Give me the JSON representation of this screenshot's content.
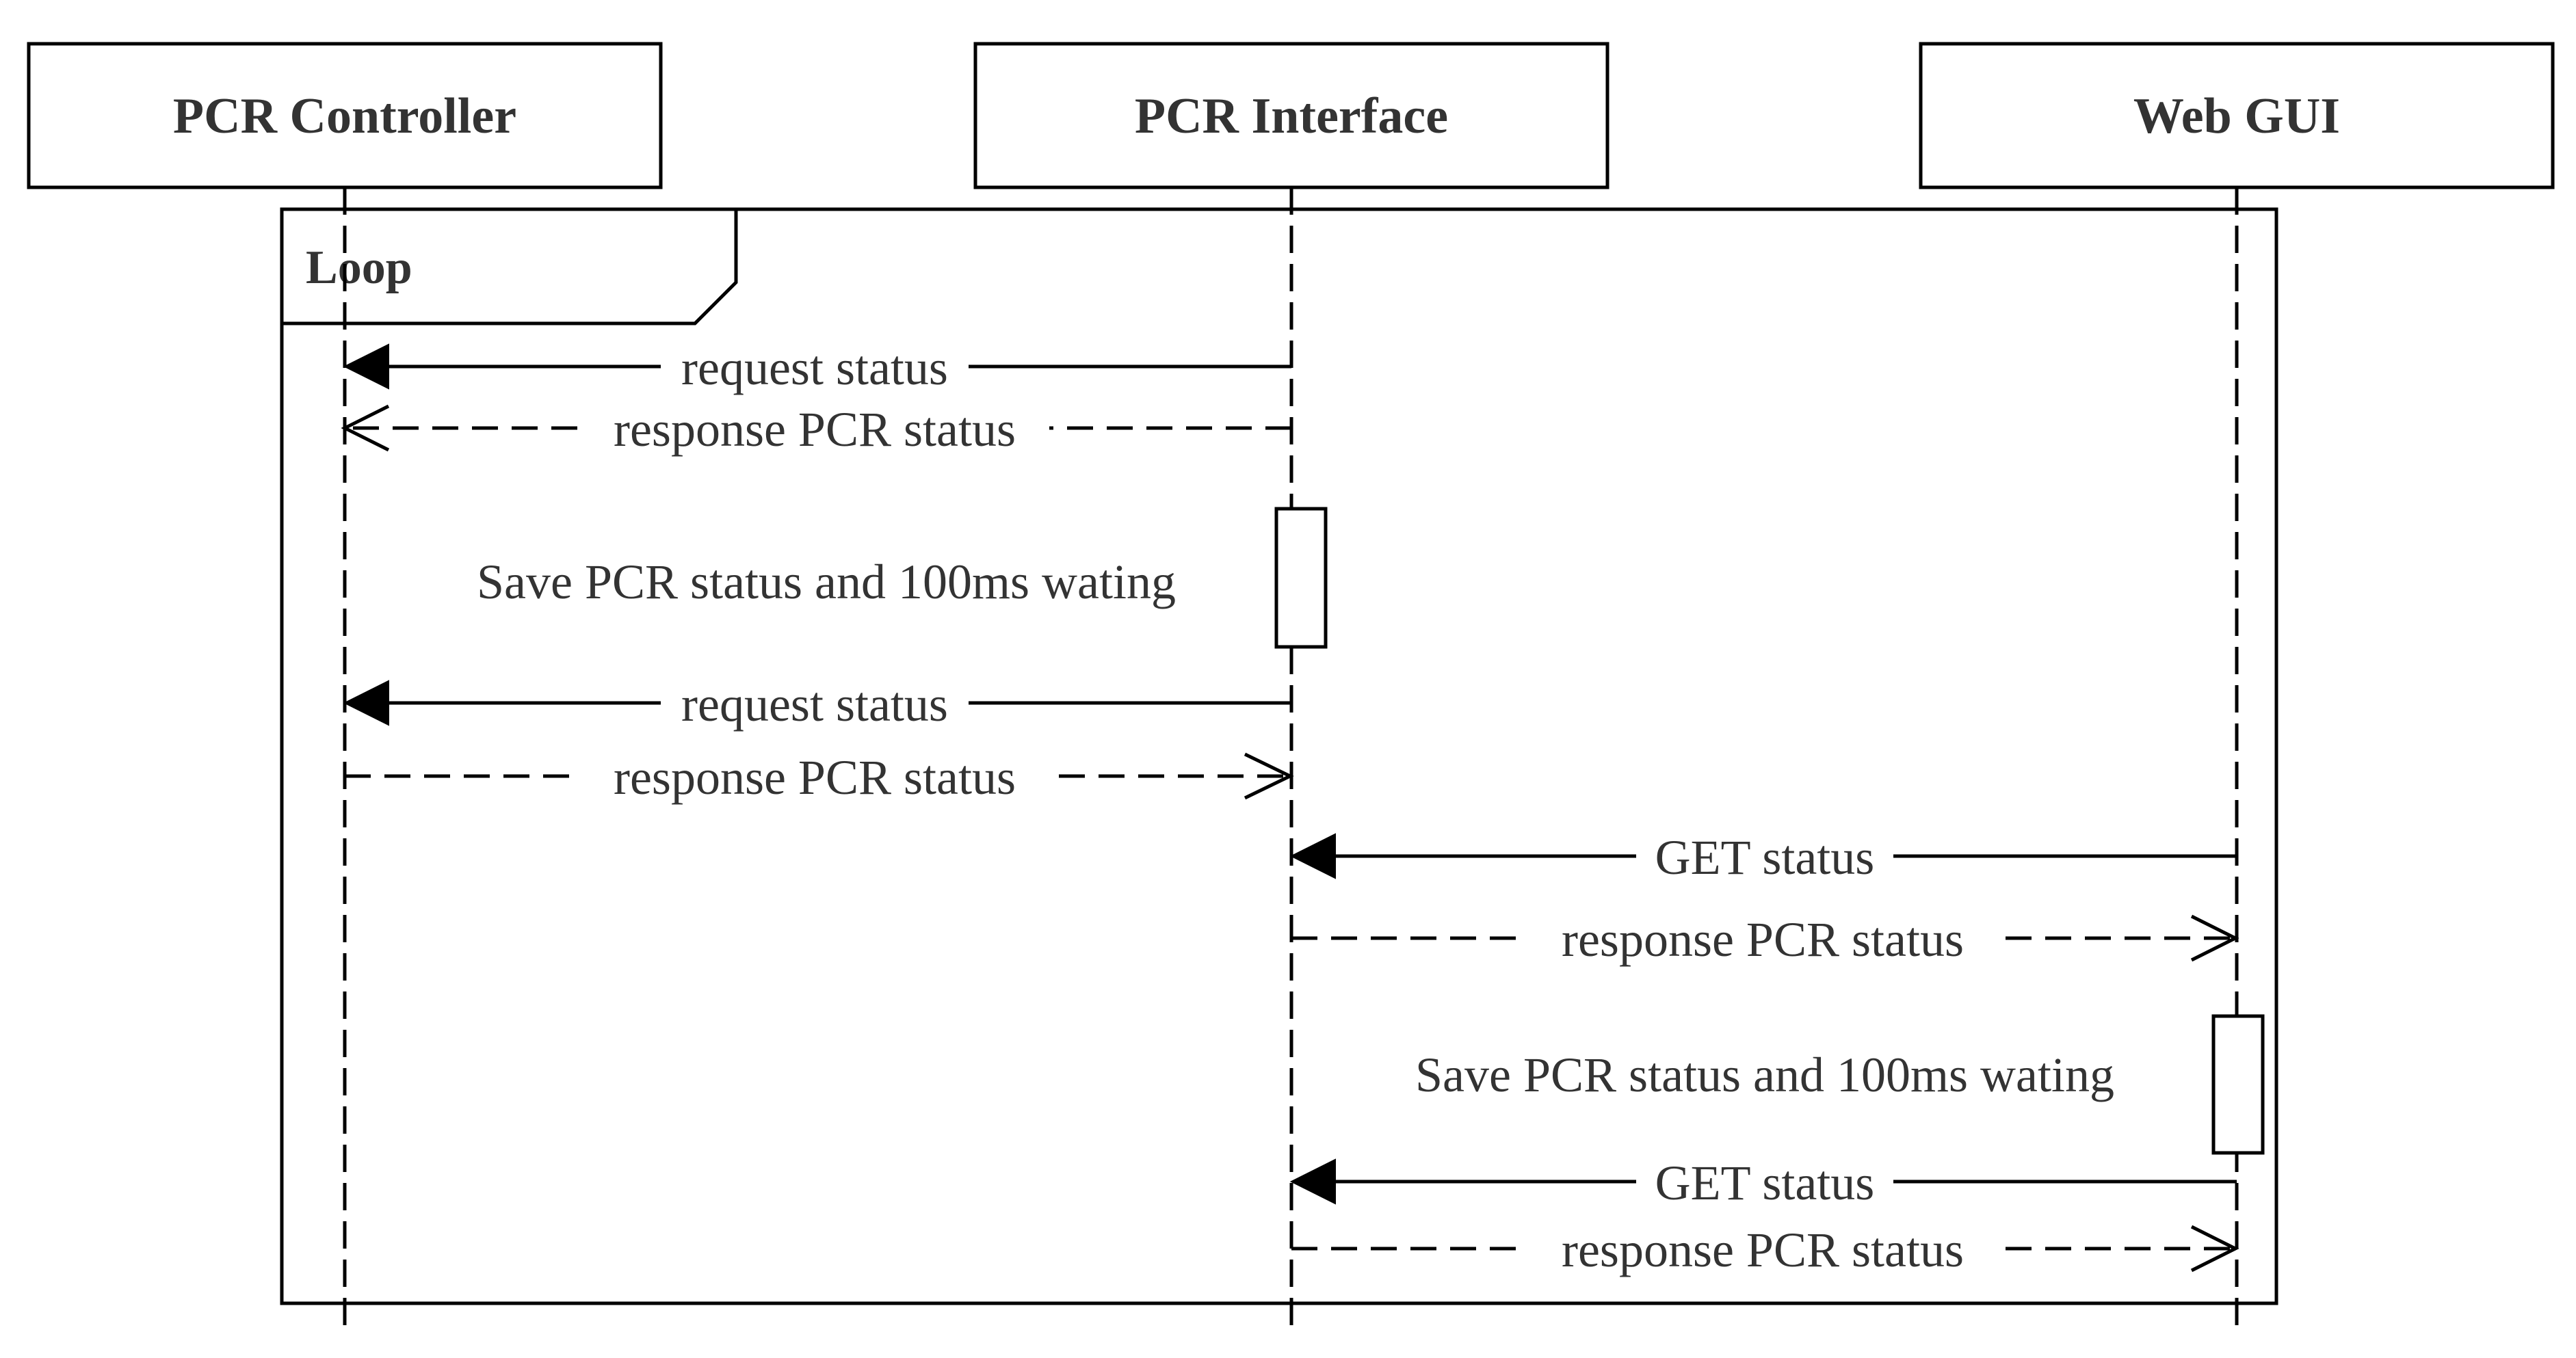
{
  "participants": [
    {
      "id": "controller",
      "label": "PCR Controller"
    },
    {
      "id": "interface",
      "label": "PCR Interface"
    },
    {
      "id": "gui",
      "label": "Web GUI"
    }
  ],
  "frame": {
    "label": "Loop"
  },
  "messages": [
    {
      "label": "request status",
      "from": "interface",
      "to": "controller",
      "style": "solid"
    },
    {
      "label": "response PCR status",
      "from": "interface",
      "to": "controller",
      "style": "dashed"
    },
    {
      "label": "request status",
      "from": "interface",
      "to": "controller",
      "style": "solid"
    },
    {
      "label": "response PCR status",
      "from": "controller",
      "to": "interface",
      "style": "dashed"
    },
    {
      "label": "GET status",
      "from": "gui",
      "to": "interface",
      "style": "solid"
    },
    {
      "label": "response PCR status",
      "from": "interface",
      "to": "gui",
      "style": "dashed"
    },
    {
      "label": "GET status",
      "from": "gui",
      "to": "interface",
      "style": "solid"
    },
    {
      "label": "response PCR status",
      "from": "interface",
      "to": "gui",
      "style": "dashed"
    }
  ],
  "notes": [
    {
      "label": "Save PCR status and 100ms wating",
      "on": "interface"
    },
    {
      "label": "Save PCR status and 100ms wating",
      "on": "gui"
    }
  ]
}
